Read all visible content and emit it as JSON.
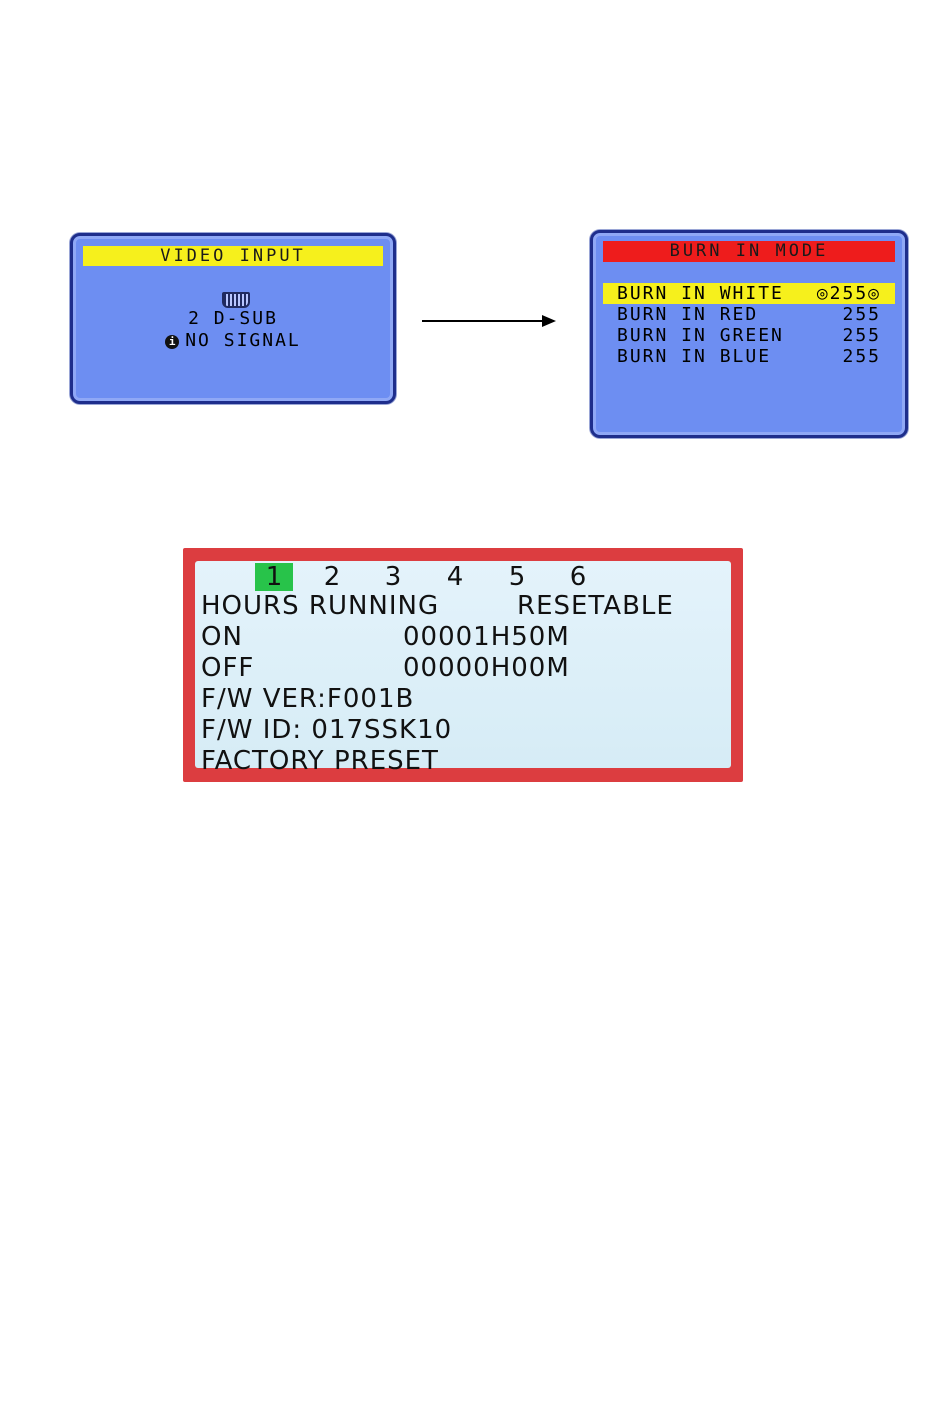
{
  "video_input_osd": {
    "title": "VIDEO INPUT",
    "input_name": "2 D-SUB",
    "status": "NO SIGNAL",
    "icons": [
      "d-sub-connector-icon",
      "info-icon"
    ]
  },
  "burn_in_osd": {
    "title": "BURN IN MODE",
    "rows": [
      {
        "label": "BURN IN WHITE",
        "value": "◎255◎",
        "selected": true
      },
      {
        "label": "BURN IN RED",
        "value": "255",
        "selected": false
      },
      {
        "label": "BURN IN GREEN",
        "value": "255",
        "selected": false
      },
      {
        "label": "BURN IN BLUE",
        "value": "255",
        "selected": false
      }
    ],
    "colors": {
      "title_bar": "#ee1c1c",
      "selection": "#f6f01c",
      "panel": "#6d8ef2"
    }
  },
  "lcd_service": {
    "tabs": [
      "1",
      "2",
      "3",
      "4",
      "5",
      "6"
    ],
    "active_tab": "1",
    "header_left": "HOURS RUNNING",
    "header_right": "RESETABLE",
    "on_label": "ON",
    "on_value": "00001H50M",
    "off_label": "OFF",
    "off_value": "00000H00M",
    "fw_ver": "F/W VER:F001B",
    "fw_id": "F/W ID: 017SSK10",
    "footer": "FACTORY PRESET",
    "colors": {
      "frame": "#dc3d40",
      "active_tab": "#28c34a"
    }
  }
}
